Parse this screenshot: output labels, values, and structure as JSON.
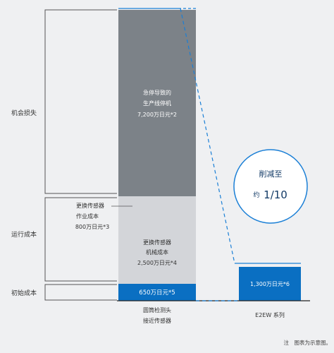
{
  "chart_data": {
    "type": "bar",
    "title": "",
    "categories": [
      "圆筒检测头\n接近传感器",
      "E2EW 系列"
    ],
    "stacks": [
      {
        "category": "圆筒检测头\n接近传感器",
        "segments": [
          {
            "name": "初始成本",
            "value": 650,
            "label": "650万日元*5",
            "color": "#0a6fc2"
          },
          {
            "name": "运行成本",
            "value": 3300,
            "label_machine": [
              "更换传感器",
              "机械成本",
              "2,500万日元*4"
            ],
            "color": "#d3d5d9"
          },
          {
            "name": "机会损失",
            "value": 7200,
            "label": [
              "急停导致的",
              "生产线停机",
              "7,200万日元*2"
            ],
            "color": "#7c8288"
          }
        ]
      },
      {
        "category": "E2EW 系列",
        "segments": [
          {
            "name": "初始成本",
            "value": 1300,
            "label": "1,300万日元*6",
            "color": "#0a6fc2"
          }
        ]
      }
    ],
    "work_cost_label": [
      "更换传感器",
      "作业成本",
      "800万日元*3"
    ],
    "brackets": [
      "机会损失",
      "运行成本",
      "初始成本"
    ],
    "reduction": {
      "line1": "削减至",
      "prefix": "约",
      "value": "1/10"
    },
    "colors": {
      "dashed": "#1a7fd6",
      "circle_border": "#1a7fd6",
      "circle_text": "#123a66"
    }
  },
  "note": "注　图表为示意图。"
}
